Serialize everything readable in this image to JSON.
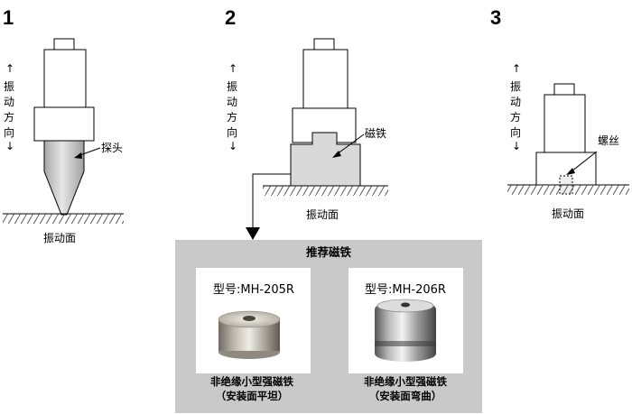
{
  "panel1": {
    "number": "1",
    "direction": [
      "↑",
      "振",
      "动",
      "方",
      "向",
      "↓"
    ],
    "probe_label": "探头",
    "surface_label": "振动面"
  },
  "panel2": {
    "number": "2",
    "direction": [
      "↑",
      "振",
      "动",
      "方",
      "向",
      "↓"
    ],
    "magnet_label": "磁铁",
    "surface_label": "振动面"
  },
  "panel3": {
    "number": "3",
    "direction": [
      "↑",
      "振",
      "动",
      "方",
      "向",
      "↓"
    ],
    "screw_label": "螺丝",
    "surface_label": "振动面"
  },
  "recommend": {
    "title": "推荐磁铁",
    "products": [
      {
        "model": "型号:MH-205R",
        "caption_line1": "非绝缘小型强磁铁",
        "caption_line2": "（安装面平坦）"
      },
      {
        "model": "型号:MH-206R",
        "caption_line1": "非绝缘小型强磁铁",
        "caption_line2": "（安装面弯曲）"
      }
    ]
  }
}
